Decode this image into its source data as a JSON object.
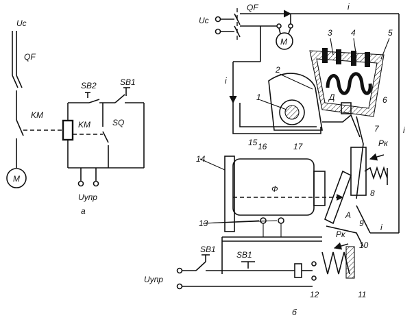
{
  "scheme_a": {
    "uc": "Uc",
    "qf": "QF",
    "km_contact": "KM",
    "km_coil": "KM",
    "sb2": "SB2",
    "sb1": "SB1",
    "sq": "SQ",
    "motor": "M",
    "uupr": "Uупр",
    "caption": "а"
  },
  "scheme_b": {
    "uc": "Uc",
    "qf": "QF",
    "motor": "M",
    "current_top": "i",
    "current_left": "i",
    "current_right": "i",
    "current_bottom": "i",
    "arc_label": "Д",
    "flux_label": "Ф",
    "point_a": "A",
    "force_upper": "Pк",
    "force_lower": "Pк",
    "sb1_left": "SB1",
    "sb1_right": "SB1",
    "uupr": "Uупр",
    "caption": "б",
    "numbers": [
      "1",
      "2",
      "3",
      "4",
      "5",
      "6",
      "7",
      "8",
      "9",
      "10",
      "11",
      "12",
      "13",
      "14",
      "15",
      "16",
      "17"
    ]
  }
}
